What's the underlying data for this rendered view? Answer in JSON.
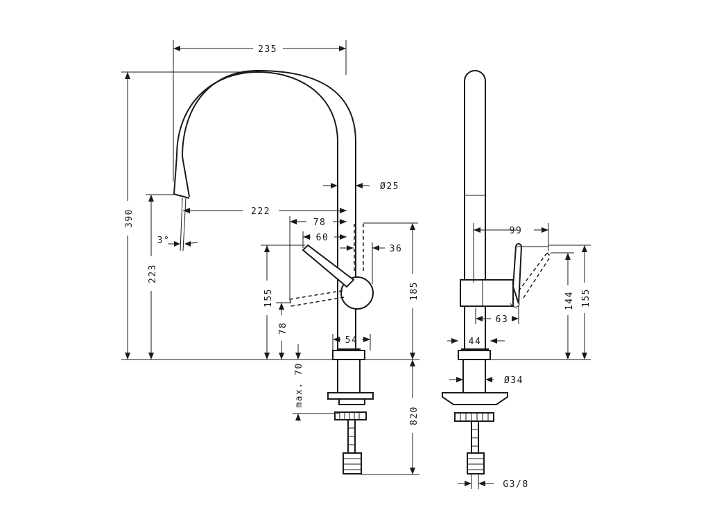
{
  "drawing": {
    "front_view": {
      "dim_width_top": "235",
      "dim_height_total": "390",
      "dim_height_spout": "223",
      "dim_spout_reach": "222",
      "dim_angle": "3°",
      "dim_pipe_diameter": "Ø25",
      "dim_lever_offset_1": "78",
      "dim_lever_offset_2": "60",
      "dim_lever_height_155": "155",
      "dim_lever_height_78": "78",
      "dim_lever_thickness": "36",
      "dim_base_height": "185",
      "dim_base_width": "54",
      "dim_counter_max": "max. 70",
      "dim_below_deck": "820"
    },
    "side_view": {
      "dim_lever_reach": "99",
      "dim_lever_height_155": "155",
      "dim_lever_height_144": "144",
      "dim_hub_depth": "63",
      "dim_base_width": "44",
      "dim_shank_diameter": "Ø34",
      "dim_thread": "G3/8"
    }
  }
}
